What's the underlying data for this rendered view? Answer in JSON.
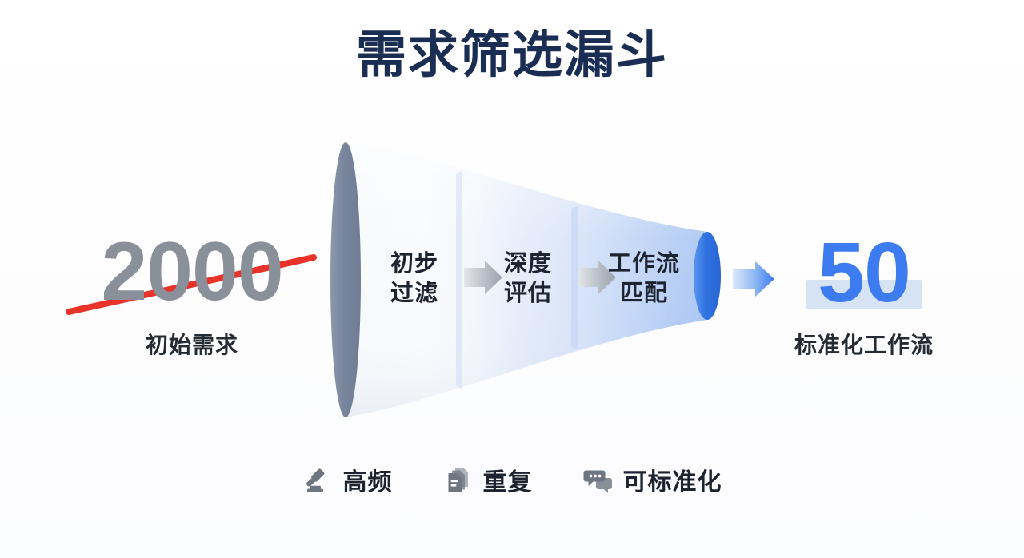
{
  "page": {
    "title": "需求筛选漏斗",
    "background_color": "#ffffff",
    "title_color": "#1a2d52"
  },
  "left_metric": {
    "value": "2000",
    "label": "初始需求",
    "value_color": "#8a9099",
    "strike_color": "#e8322a",
    "strikethrough": true
  },
  "right_metric": {
    "value": "50",
    "label": "标准化工作流",
    "value_color": "#3d7cf0",
    "highlight_color": "#d6e3f4"
  },
  "funnel": {
    "mouth_color": "#7a8798",
    "neck_color": "#2f72e0",
    "band_colors": [
      "#fafbfd",
      "#eef2fa",
      "#dde6f7",
      "#c7d9f7",
      "#b2cbf5"
    ],
    "stages": [
      {
        "label": "初步\n过滤",
        "name": "initial-filter"
      },
      {
        "label": "深度\n评估",
        "name": "deep-evaluation"
      },
      {
        "label": "工作流\n匹配",
        "name": "workflow-match"
      }
    ],
    "stage_arrow_color": "#9aa3ad",
    "output_arrow_color": "#3d7cf0"
  },
  "legend": {
    "items": [
      {
        "icon": "gavel-icon",
        "label": "高频"
      },
      {
        "icon": "documents-copy-icon",
        "label": "重复"
      },
      {
        "icon": "speech-bubbles-icon",
        "label": "可标准化"
      }
    ],
    "icon_color": "#6e7682"
  }
}
